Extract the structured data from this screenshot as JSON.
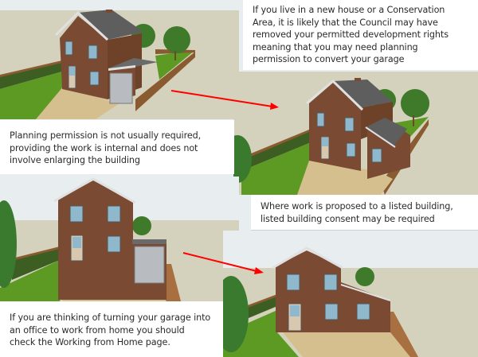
{
  "panels": [
    {
      "id": "panel-1",
      "description": "Detached brick house with flat-roof single garage, 3/4 view"
    },
    {
      "id": "panel-2",
      "description": "Detached brick house with garage converted to room with pitched roof, 3/4 view"
    },
    {
      "id": "panel-3",
      "description": "Front elevation of house with flat-roof garage"
    },
    {
      "id": "panel-4",
      "description": "Front elevation of house with converted garage and window"
    }
  ],
  "notes": {
    "conservation_area": {
      "lines": [
        "If you live in a new house or a Conservation",
        "Area, it is likely that the Council may have",
        "removed your permitted development rights",
        "meaning that you may need planning",
        "permission to convert your garage"
      ]
    },
    "planning_permission": {
      "lines": [
        "Planning permission is not usually required,",
        "providing the work is internal and does not",
        "involve enlarging the building"
      ]
    },
    "listed_building": {
      "lines": [
        "Where work is proposed to a listed building,",
        "listed building consent may be required"
      ]
    },
    "working_from_home": {
      "lines": [
        "If you are thinking of turning your garage into",
        "an office to work from home you should",
        "check the Working from Home page."
      ]
    }
  },
  "colors": {
    "sky": "#e8eef0",
    "ground": "#d4d2bc",
    "grass": "#5c9a24",
    "brick": "#7a4a32",
    "roof": "#5e5e5e",
    "driveway": "#d6bf8e",
    "fence": "#8a5a30",
    "window": "#8fb8cc",
    "arrow": "#ff0000"
  }
}
